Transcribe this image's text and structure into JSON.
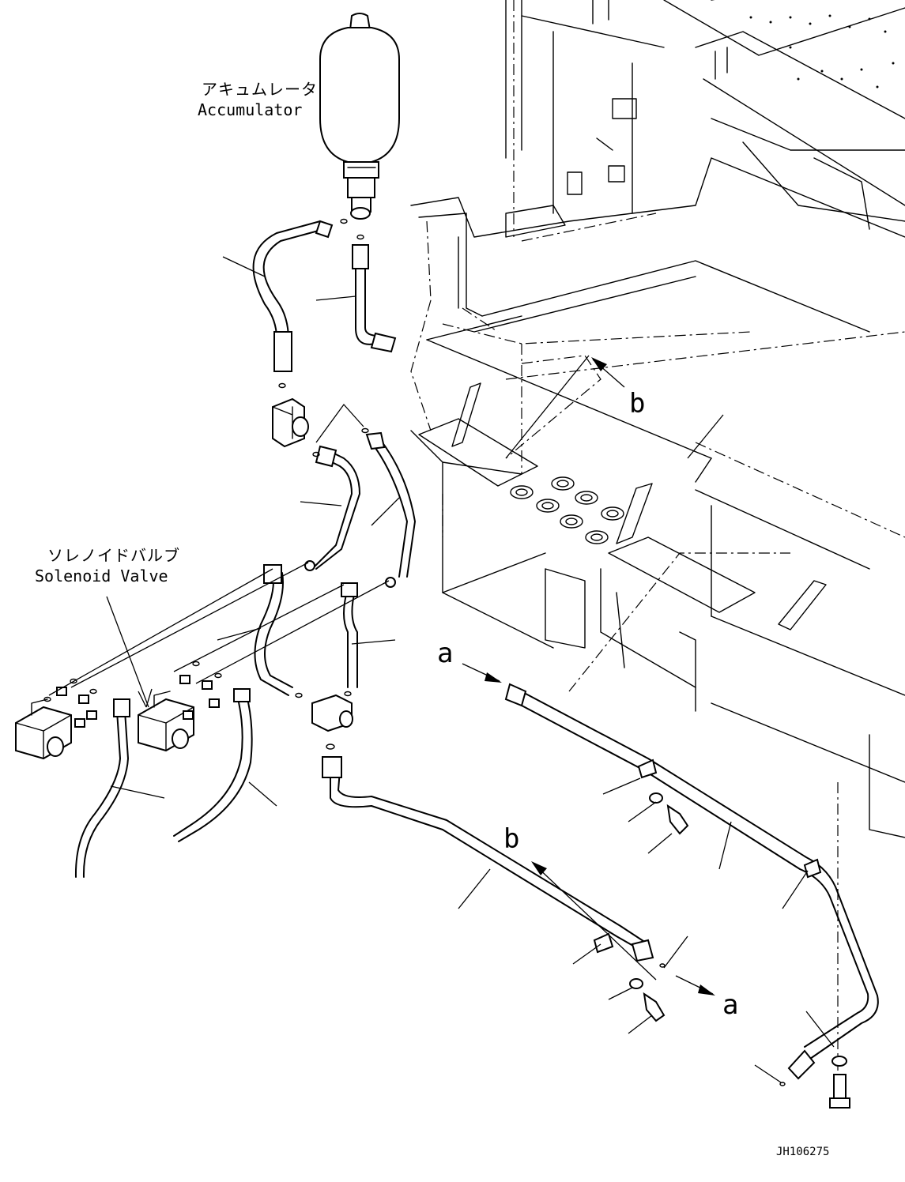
{
  "labels": {
    "accumulator_jp": "アキュムレータ",
    "accumulator_en": "Accumulator",
    "solenoid_jp": "ソレノイドバルブ",
    "solenoid_en": "Solenoid Valve",
    "view_a_top": "a",
    "view_a_bottom": "a",
    "view_b_top": "b",
    "view_b_middle": "b",
    "drawing_number": "JH106275"
  }
}
